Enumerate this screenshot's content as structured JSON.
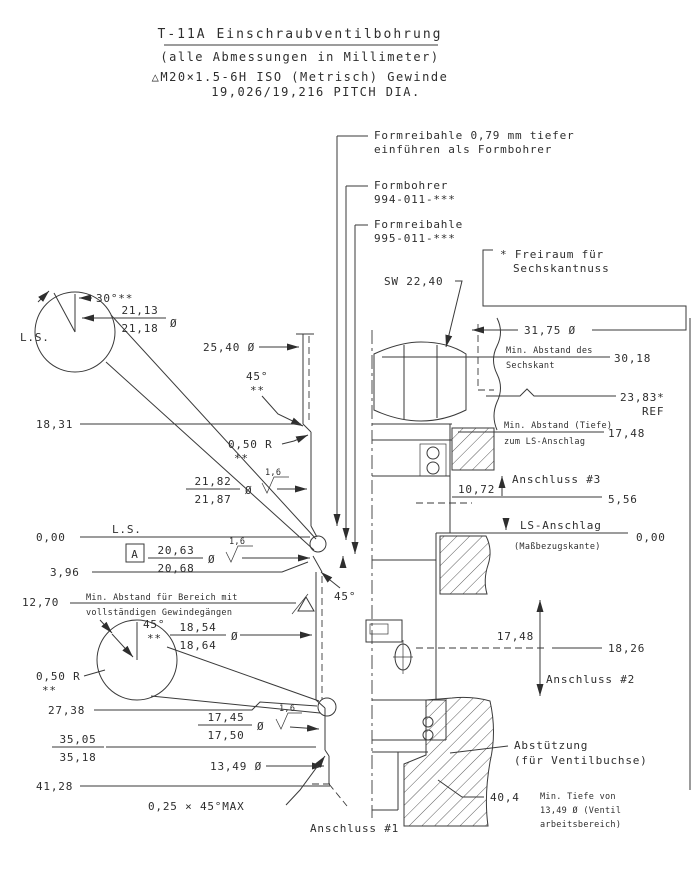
{
  "title": {
    "name": "T-11A Einschraubventilbohrung",
    "subtitle": "(alle Abmessungen in Millimeter)",
    "thread": "△M20×1.5-6H ISO (Metrisch) Gewinde",
    "pitch": "19,026/19,216 PITCH DIA."
  },
  "callouts": {
    "reamer_offset": {
      "l1": "Formreibahle 0,79 mm tiefer",
      "l2": "einführen als Formbohrer"
    },
    "form_drill": {
      "l1": "Formbohrer",
      "l2": "994-011-***"
    },
    "form_reamer": {
      "l1": "Formreibahle",
      "l2": "995-011-***"
    },
    "hex_clearance": {
      "l1": "* Freiraum für",
      "l2": "Sechskantnuss"
    },
    "hex_size": "SW 22,40",
    "min_hex": {
      "l1": "Min. Abstand des",
      "l2": "Sechskant"
    },
    "min_ls": {
      "l1": "Min. Abstand (Tiefe)",
      "l2": "zum LS-Anschlag"
    },
    "min_thread": {
      "l1": "Min. Abstand für Bereich mit",
      "l2": "vollständigen Gewindegängen"
    },
    "ls_datum": {
      "l1": "LS-Anschlag",
      "l2": "(Maßbezugskante)"
    },
    "ls": "L.S.",
    "support": {
      "l1": "Abstützung",
      "l2": "(für Ventilbuchse)"
    },
    "min_valve_depth": {
      "value": "40,4",
      "l1": "Min. Tiefe von",
      "l2": "13,49 Ø (Ventil",
      "l3": "arbeitsbereich)"
    },
    "chamfer": "0,25 × 45°MAX"
  },
  "ports": {
    "p1": "Anschluss #1",
    "p2": "Anschluss #2",
    "p3": "Anschluss #3"
  },
  "dims": {
    "deg30": "30°**",
    "dia2113": "21,13",
    "dia2118": "21,18",
    "dia_sym": "Ø",
    "dia2540": "25,40 Ø",
    "deg45": "45°",
    "stars": "**",
    "d1831": "18,31",
    "r050": "0,50 R",
    "dia2182": "21,82",
    "dia2187": "21,87",
    "finish": "1,6",
    "zero": "0,00",
    "datum_a": "A",
    "dia2063": "20,63",
    "dia2068": "20,68",
    "d396": "3,96",
    "d1270": "12,70",
    "dia1854": "18,54",
    "dia1864": "18,64",
    "d2738": "27,38",
    "dia1745": "17,45",
    "dia1750": "17,50",
    "d3505": "35,05",
    "d3518": "35,18",
    "dia1349": "13,49 Ø",
    "d4128": "41,28",
    "dia3175": "31,75 Ø",
    "d3018": "30,18",
    "d2383": "23,83*",
    "ref": "REF",
    "d1748": "17,48",
    "d1072": "10,72",
    "d556": "5,56",
    "d1826": "18,26"
  },
  "icons": {
    "datum_triangle": "△",
    "surface_finish_check": "√"
  }
}
